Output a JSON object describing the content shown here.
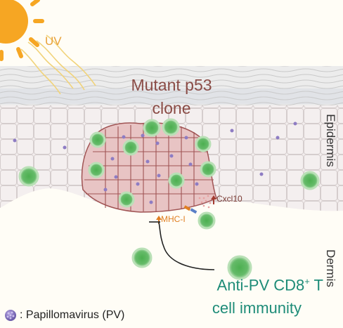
{
  "labels": {
    "uv": "UV",
    "clone_line1": "Mutant p53",
    "clone_line2": "clone",
    "epidermis": "Epidermis",
    "dermis": "Dermis",
    "cxcl10": "Cxcl10",
    "mhc": "MHC-I",
    "tcell_line1_a": "Anti-PV CD8",
    "tcell_line1_sup": "+",
    "tcell_line1_b": " T",
    "tcell_line2": "cell immunity",
    "legend": ": Papillomavirus (PV)"
  },
  "colors": {
    "sun": "#f6a623",
    "uv_text": "#e9a23a",
    "clone_text": "#8a4b45",
    "tcell_text": "#1e8c78",
    "tcell_fill": "#5cb85c",
    "tcell_dark": "#2e8b2e",
    "virus": "#8e7cc3",
    "mutant_cell": "#e8c4c4",
    "mutant_border": "#a05454",
    "mhc_arrow": "#e07f22",
    "cxcl_arrow": "#a33b30"
  },
  "icons": [
    "sun-icon",
    "uv-ray-icon",
    "t-cell-icon",
    "virus-particle-icon",
    "inhibition-arrow-icon",
    "receptor-icon"
  ]
}
